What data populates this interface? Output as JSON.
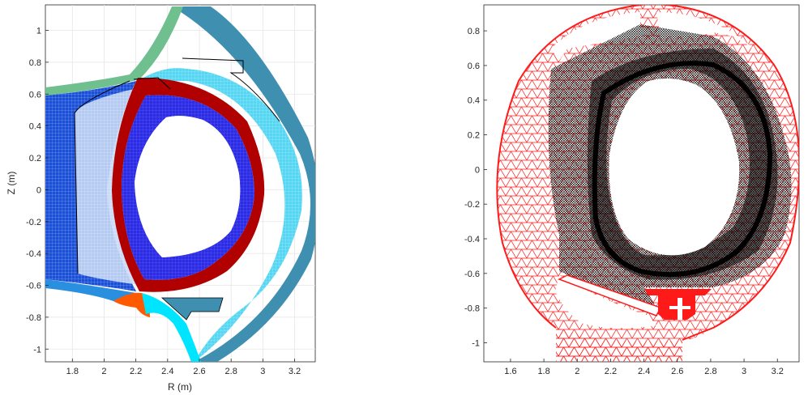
{
  "chart_data": [
    {
      "type": "mesh",
      "xlabel": "R (m)",
      "ylabel": "Z (m)",
      "xlim": [
        1.63,
        3.33
      ],
      "ylim": [
        -1.08,
        1.16
      ],
      "xticks": [
        1.8,
        2,
        2.2,
        2.4,
        2.6,
        2.8,
        3,
        3.2
      ],
      "yticks": [
        1,
        0.8,
        0.6,
        0.4,
        0.2,
        0,
        -0.2,
        -0.4,
        -0.6,
        -0.8,
        -1
      ],
      "grid": true,
      "colors": {
        "core_rings": "#1010dd",
        "separatrix": "#b00000",
        "inner_sol": "#1a4fd8",
        "outer_sol": "#2fd0f0",
        "outer_far": "#3f8fb0",
        "upper_leg": "#6fbf8f",
        "lower_leg_in": "#ff5a00",
        "lower_leg_out": "#00e5ff",
        "grid": "#e6e6e6"
      }
    },
    {
      "type": "mesh",
      "xlabel": "",
      "ylabel": "",
      "xlim": [
        1.44,
        3.33
      ],
      "ylim": [
        -1.11,
        0.95
      ],
      "xticks": [
        1.6,
        1.8,
        2,
        2.2,
        2.4,
        2.6,
        2.8,
        3,
        3.2
      ],
      "yticks": [
        0.8,
        0.6,
        0.4,
        0.2,
        0,
        -0.2,
        -0.4,
        -0.6,
        -0.8,
        -1
      ],
      "grid": false,
      "colors": {
        "plasma_mesh": "#000000",
        "wall_mesh": "#ff1a1a"
      }
    }
  ]
}
